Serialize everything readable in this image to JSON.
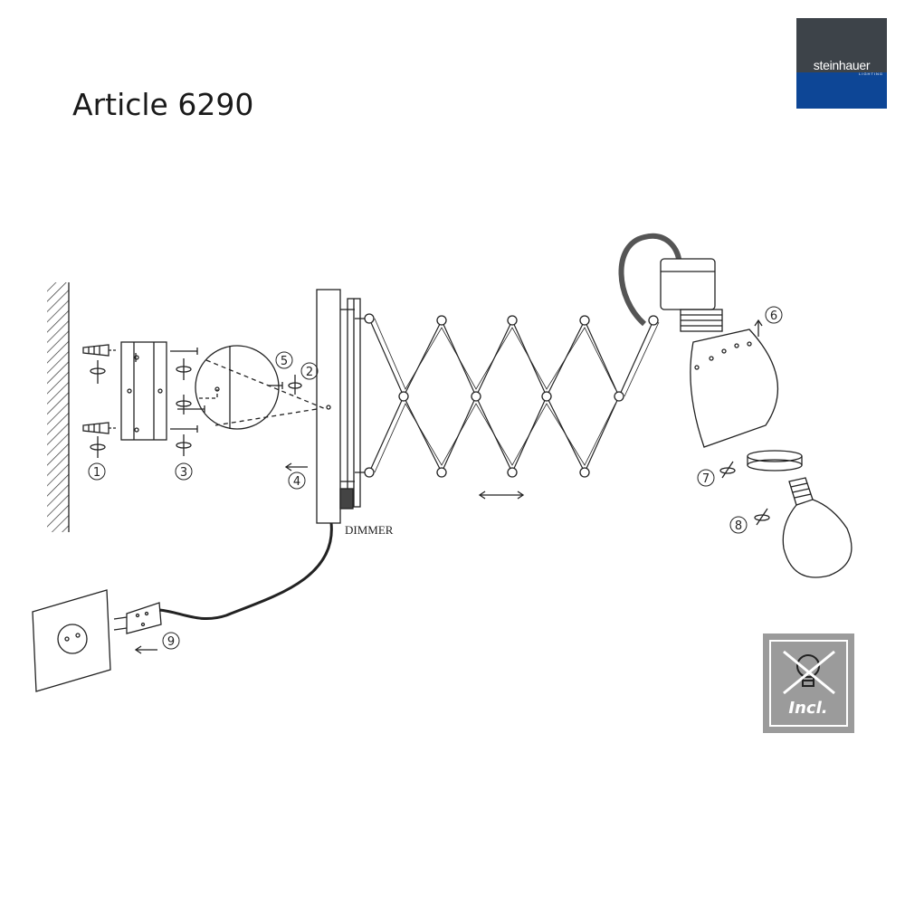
{
  "title": "Article 6290",
  "brand": {
    "name": "steinhauer",
    "sub": "LIGHTING",
    "top_color": "#3d4349",
    "bottom_color": "#0d4696"
  },
  "steps": [
    "1",
    "2",
    "3",
    "4",
    "5",
    "6",
    "7",
    "8",
    "9"
  ],
  "dimmer_label": "DIMMER",
  "bulb_badge": {
    "text": "Incl.",
    "color": "#9b9b9b"
  },
  "line_color": "#222222"
}
